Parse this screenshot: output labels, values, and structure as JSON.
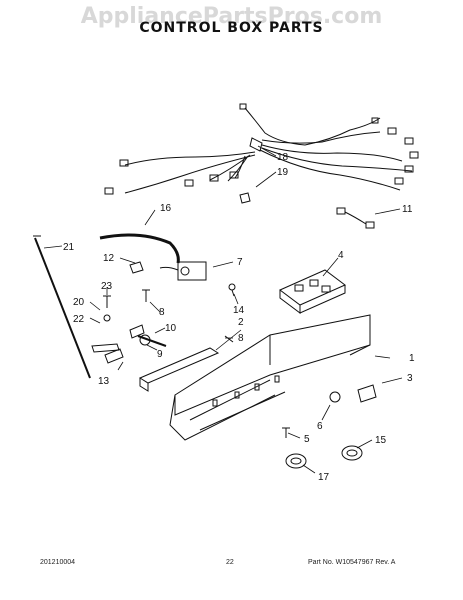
{
  "watermark": "AppliancePartsPros.com",
  "title": "CONTROL BOX PARTS",
  "callouts": [
    "1",
    "2",
    "3",
    "4",
    "5",
    "6",
    "7",
    "8",
    "8",
    "9",
    "10",
    "11",
    "12",
    "13",
    "14",
    "15",
    "16",
    "17",
    "18",
    "19",
    "20",
    "21",
    "22",
    "23"
  ],
  "footer": {
    "left": "201210004",
    "center": "22",
    "right": "Part No. W10547967  Rev. A"
  },
  "colors": {
    "line": "#111111",
    "watermark": "#d8d8d8"
  }
}
